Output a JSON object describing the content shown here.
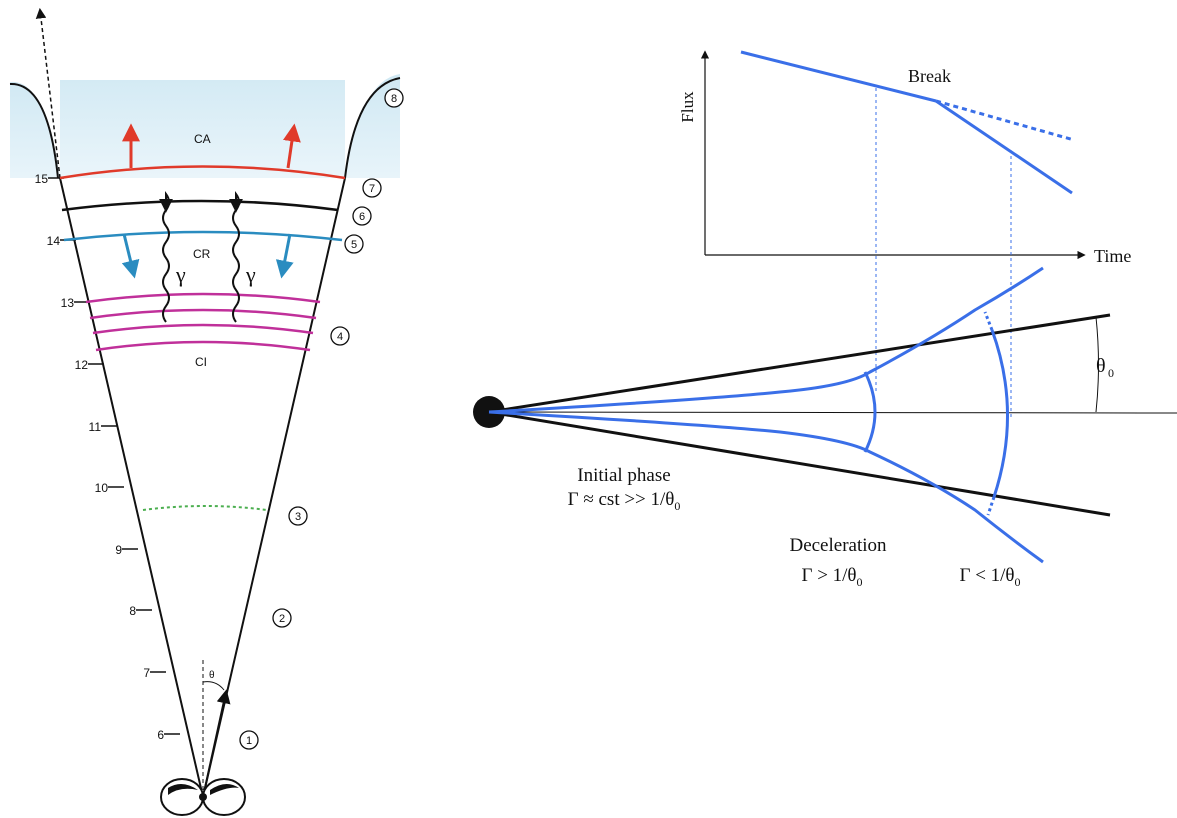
{
  "left_diagram": {
    "axis_ticks": [
      "6",
      "7",
      "8",
      "9",
      "10",
      "11",
      "12",
      "13",
      "14",
      "15"
    ],
    "shell_labels": {
      "ca": "CA",
      "cr": "CR",
      "ci": "CI"
    },
    "gamma": "γ",
    "theta": "θ",
    "markers": [
      "1",
      "2",
      "3",
      "4",
      "5",
      "6",
      "7",
      "8"
    ],
    "colors": {
      "ca_shell": "#e03a2a",
      "cr_shell": "#2a8cc0",
      "ci_shells": "#c0309a",
      "sheath": "#cfe8f3",
      "marker3": "#4caf50"
    }
  },
  "right_diagram": {
    "flux_axis": "Flux",
    "time_axis": "Time",
    "break_label": "Break",
    "theta0_label": "θ",
    "theta0_sub": "0",
    "initial_phase": {
      "line1": "Initial phase",
      "line2": "Γ ≈ cst >> 1/θ",
      "sub": "0"
    },
    "deceleration": {
      "line1": "Deceleration",
      "line2": "Γ > 1/θ",
      "sub": "0"
    },
    "late": {
      "line1": "Γ < 1/θ",
      "sub": "0"
    },
    "colors": {
      "jet": "#3a6fe8",
      "axis": "#111111"
    }
  }
}
